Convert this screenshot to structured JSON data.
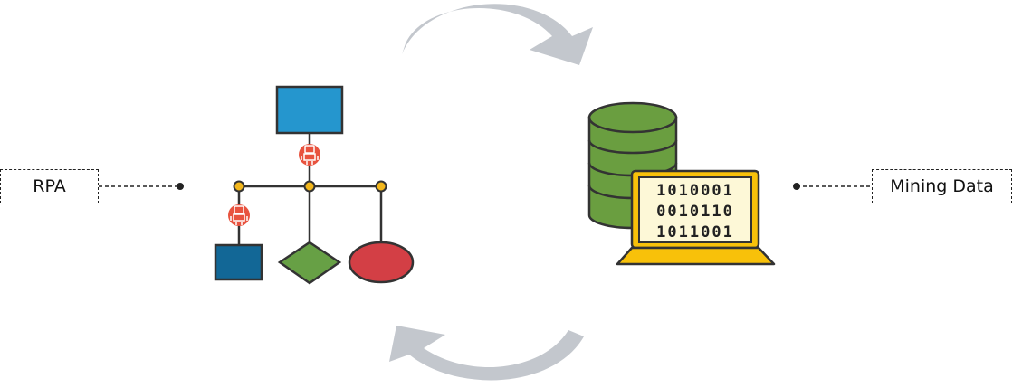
{
  "labels": {
    "left": "RPA",
    "right": "Mining Data"
  },
  "binary": {
    "rows": [
      "1010001",
      "0010110",
      "1011001"
    ]
  },
  "colors": {
    "arrow": "#c3c7cd",
    "box_top": "#2596ce",
    "box_bottom": "#126796",
    "diamond": "#67a045",
    "ellipse": "#d33f45",
    "robot_badge": "#e8533f",
    "node": "#f3b71c",
    "database": "#6a9e40",
    "laptop": "#f8c10a",
    "screen": "#fdf8d7",
    "outline": "#333333"
  },
  "icons": [
    "cycle-arrow-top-icon",
    "cycle-arrow-bottom-icon",
    "robot-icon",
    "database-icon",
    "laptop-icon",
    "flowchart-icon"
  ]
}
